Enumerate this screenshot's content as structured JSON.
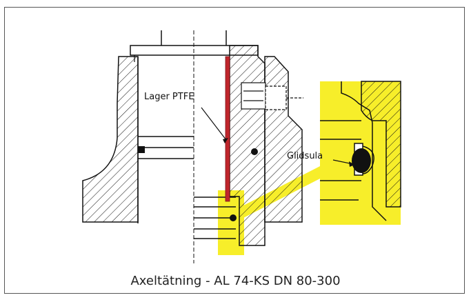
{
  "labels": {
    "bearing": "Lager PTFE",
    "sliding_ring": "Glidsula"
  },
  "caption": "Axeltätning - AL 74-KS DN 80-300",
  "colors": {
    "highlight": "#f7ee2a",
    "ptfe_liner": "#c0262c",
    "line": "#111111",
    "frame": "#555555"
  }
}
